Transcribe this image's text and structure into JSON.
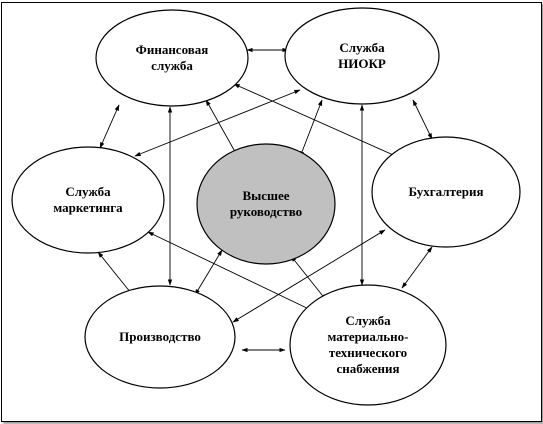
{
  "colors": {
    "node_fill": "#ffffff",
    "center_fill": "#c0c0c0",
    "line": "#000000"
  },
  "nodes": [
    {
      "id": "finance",
      "lines": [
        "Финансовая",
        "служба"
      ],
      "center": false
    },
    {
      "id": "rnd",
      "lines": [
        "Служба",
        "НИОКР"
      ],
      "center": false
    },
    {
      "id": "marketing",
      "lines": [
        "Служба",
        "маркетинга"
      ],
      "center": false
    },
    {
      "id": "management",
      "lines": [
        "Высшее",
        "руководство"
      ],
      "center": true
    },
    {
      "id": "accounting",
      "lines": [
        "Бухгалтерия"
      ],
      "center": false
    },
    {
      "id": "production",
      "lines": [
        "Производство"
      ],
      "center": false
    },
    {
      "id": "supply",
      "lines": [
        "Служба",
        "материально-",
        "технического",
        "снабжения"
      ],
      "center": false
    }
  ],
  "edges": [
    [
      "finance",
      "rnd"
    ],
    [
      "finance",
      "marketing"
    ],
    [
      "finance",
      "management"
    ],
    [
      "finance",
      "accounting"
    ],
    [
      "finance",
      "production"
    ],
    [
      "rnd",
      "management"
    ],
    [
      "rnd",
      "marketing"
    ],
    [
      "rnd",
      "accounting"
    ],
    [
      "rnd",
      "supply"
    ],
    [
      "marketing",
      "production"
    ],
    [
      "marketing",
      "supply"
    ],
    [
      "management",
      "production"
    ],
    [
      "management",
      "supply"
    ],
    [
      "accounting",
      "production"
    ],
    [
      "accounting",
      "supply"
    ],
    [
      "production",
      "supply"
    ]
  ]
}
